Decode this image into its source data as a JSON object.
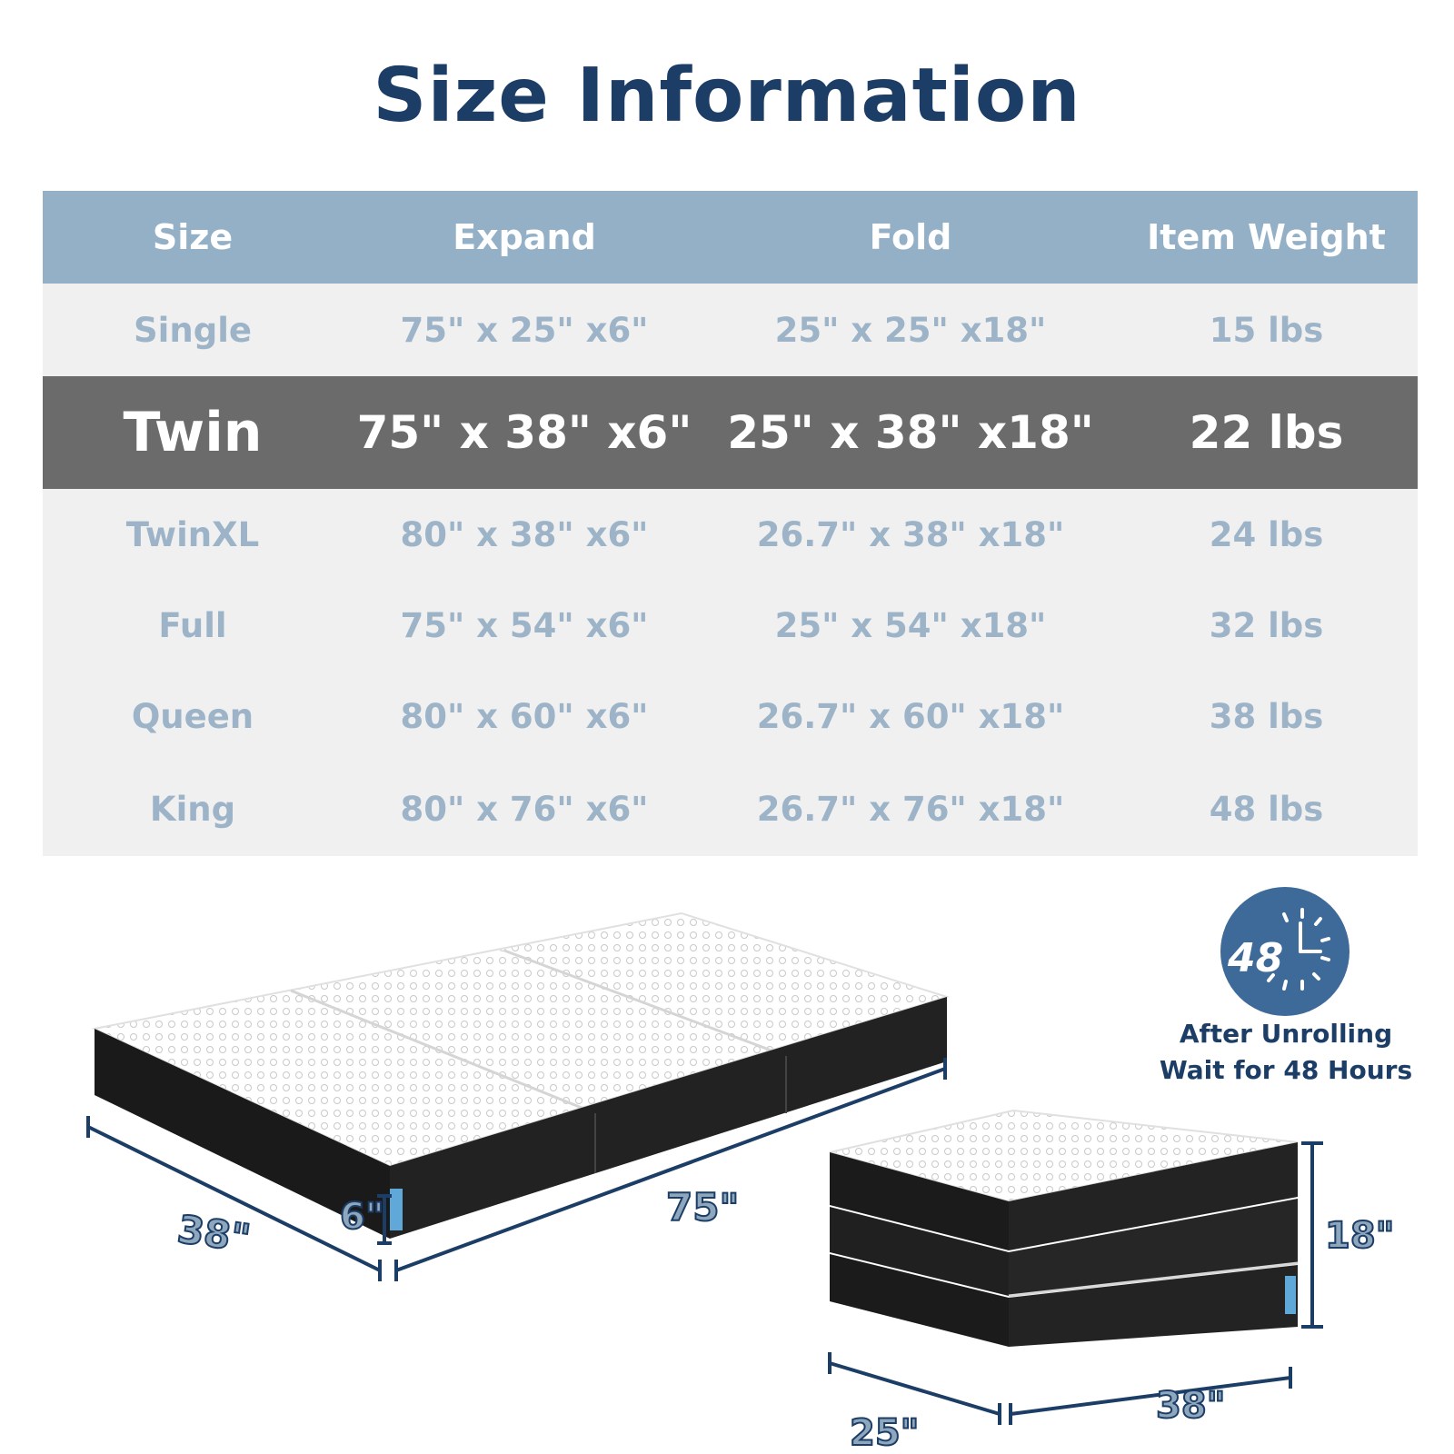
{
  "title": "Size Information",
  "table": {
    "headers": [
      "Size",
      "Expand",
      "Fold",
      "Item Weight"
    ],
    "rows": [
      {
        "size": "Single",
        "expand": "75\" x 25\" x6\"",
        "fold": "25\" x 25\" x18\"",
        "weight": "15 lbs",
        "highlighted": false
      },
      {
        "size": "Twin",
        "expand": "75\" x 38\" x6\"",
        "fold": "25\" x 38\" x18\"",
        "weight": "22 lbs",
        "highlighted": true
      },
      {
        "size": "TwinXL",
        "expand": "80\" x 38\" x6\"",
        "fold": "26.7\" x 38\" x18\"",
        "weight": "24 lbs",
        "highlighted": false
      },
      {
        "size": "Full",
        "expand": "75\" x 54\" x6\"",
        "fold": "25\" x 54\" x18\"",
        "weight": "32 lbs",
        "highlighted": false
      },
      {
        "size": "Queen",
        "expand": "80\" x 60\" x6\"",
        "fold": "26.7\" x 60\" x18\"",
        "weight": "38 lbs",
        "highlighted": false
      },
      {
        "size": "King",
        "expand": "80\" x 76\" x6\"",
        "fold": "26.7\" x 76\" x18\"",
        "weight": "48 lbs",
        "highlighted": false
      }
    ]
  },
  "expanded_dimensions": {
    "width": "38\"",
    "length": "75\"",
    "height": "6\""
  },
  "folded_dimensions": {
    "depth": "25\"",
    "width": "38\"",
    "height": "18\""
  },
  "clock": {
    "number": "48",
    "icon": "clock-icon"
  },
  "note": {
    "line1": "After Unrolling",
    "line2": "Wait for 48 Hours"
  },
  "colors": {
    "title": "#1c3d66",
    "header_bg": "#93b0c6",
    "row_text": "#9db4c8",
    "highlight_bg": "#6b6b6b",
    "table_bg": "#f0f0f0",
    "mattress_cover": "#ffffff",
    "mattress_base": "#1a1a1a"
  }
}
